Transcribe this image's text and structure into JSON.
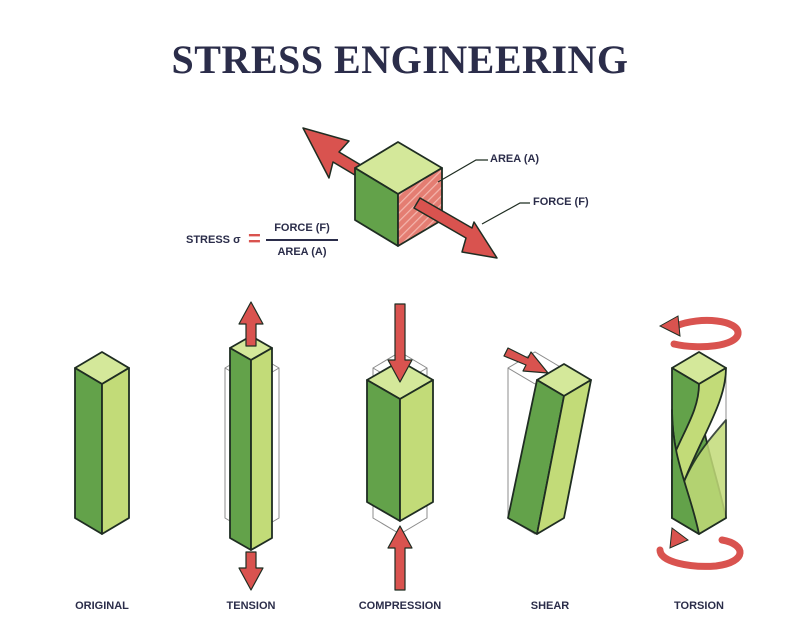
{
  "title": "STRESS ENGINEERING",
  "labels": {
    "area": "AREA (A)",
    "force": "FORCE (F)"
  },
  "formula": {
    "lhs": "STRESS σ",
    "numerator": "FORCE (F)",
    "denominator": "AREA (A)"
  },
  "captions": [
    "ORIGINAL",
    "TENSION",
    "COMPRESSION",
    "SHEAR",
    "TORSION"
  ],
  "colors": {
    "face_dark": "#63a24a",
    "face_light": "#c2db78",
    "face_top": "#d4e89a",
    "arrow": "#d9534f",
    "outline": "#1f2d22",
    "text": "#2b2d4a"
  }
}
